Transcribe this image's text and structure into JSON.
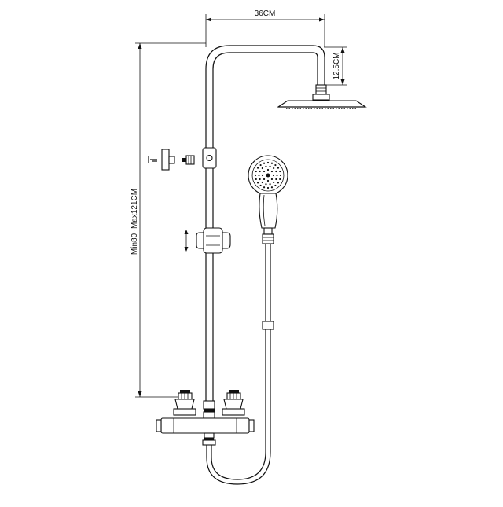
{
  "dimensions": {
    "arm_width": "36CM",
    "drop_height": "12.5CM",
    "rail_height": "Min80~Max121CM"
  }
}
